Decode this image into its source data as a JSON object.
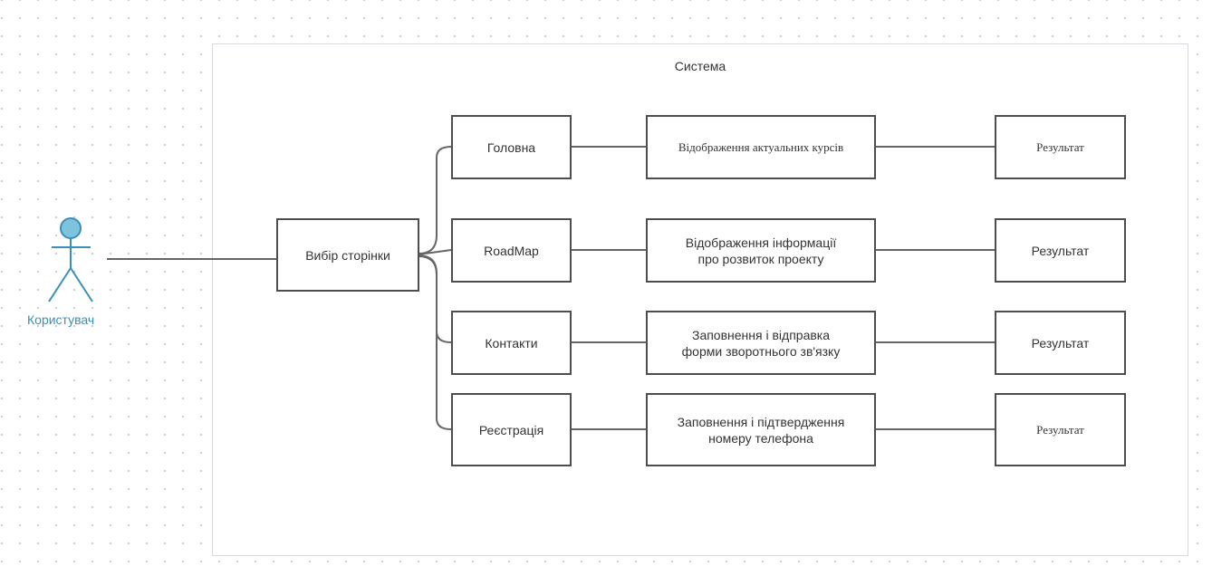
{
  "actor": {
    "label": "Користувач",
    "color": "#3a8fb7",
    "fill": "#7ec3de"
  },
  "system": {
    "title": "Система"
  },
  "selector": {
    "label": "Вибір сторінки"
  },
  "pages": [
    {
      "label": "Головна",
      "action": "Відображення актуальних курсів",
      "result": "Результат"
    },
    {
      "label": "RoadMap",
      "action": "Відображення інформації про розвиток проекту",
      "result": "Результат"
    },
    {
      "label": "Контакти",
      "action": "Заповнення і відправка форми зворотнього зв'язку",
      "result": "Результат"
    },
    {
      "label": "Реєстрація",
      "action": "Заповнення і підтвердження номеру телефона",
      "result": "Результат"
    }
  ]
}
